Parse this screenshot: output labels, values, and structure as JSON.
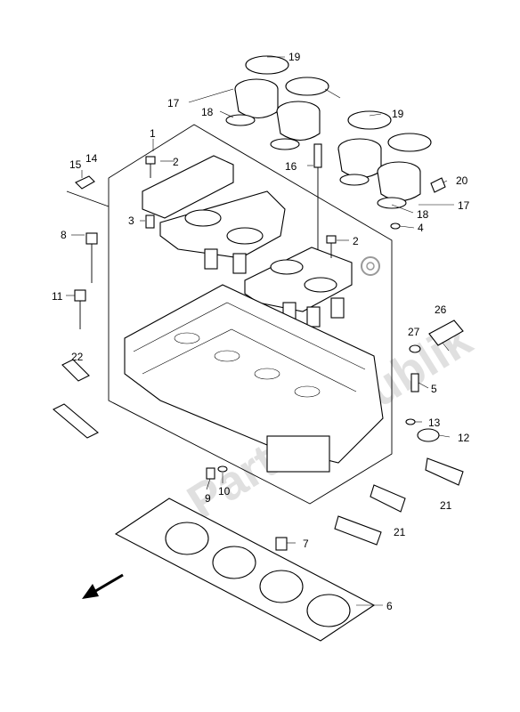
{
  "watermark": "PartsRepublik",
  "callouts": {
    "c1": "1",
    "c2a": "2",
    "c2b": "2",
    "c3": "3",
    "c4": "4",
    "c5": "5",
    "c6": "6",
    "c7": "7",
    "c8": "8",
    "c9": "9",
    "c10": "10",
    "c11": "11",
    "c12": "12",
    "c13": "13",
    "c14": "14",
    "c15": "15",
    "c16": "16",
    "c17a": "17",
    "c17b": "17",
    "c18a": "18",
    "c18b": "18",
    "c19a": "19",
    "c19b": "19",
    "c20": "20",
    "c21a": "21",
    "c21b": "21",
    "c22": "22",
    "c26": "26",
    "c27": "27"
  },
  "icons": {
    "front_arrow": "front-direction-arrow-icon",
    "gear": "gear-icon"
  }
}
